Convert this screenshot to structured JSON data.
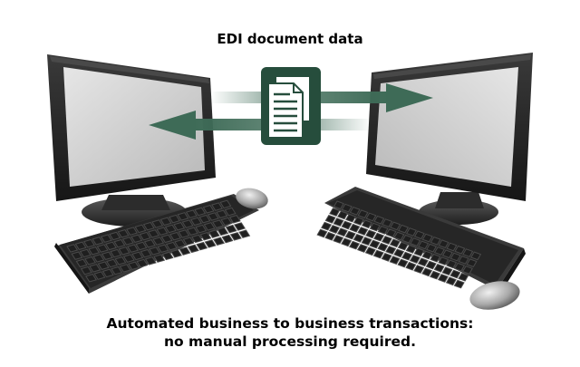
{
  "diagram": {
    "top_label": "EDI document data",
    "bottom_label": {
      "line1": "Automated business to business transactions:",
      "line2": "no manual processing required."
    }
  },
  "colors": {
    "arrow": "#3e6b57",
    "document_border": "#264d3c",
    "monitor_bezel": "#222222",
    "screen": "#d2d2d2"
  },
  "icons": [
    "left-computer",
    "right-computer",
    "document-icon",
    "arrow-right",
    "arrow-left",
    "keyboard",
    "mouse"
  ]
}
